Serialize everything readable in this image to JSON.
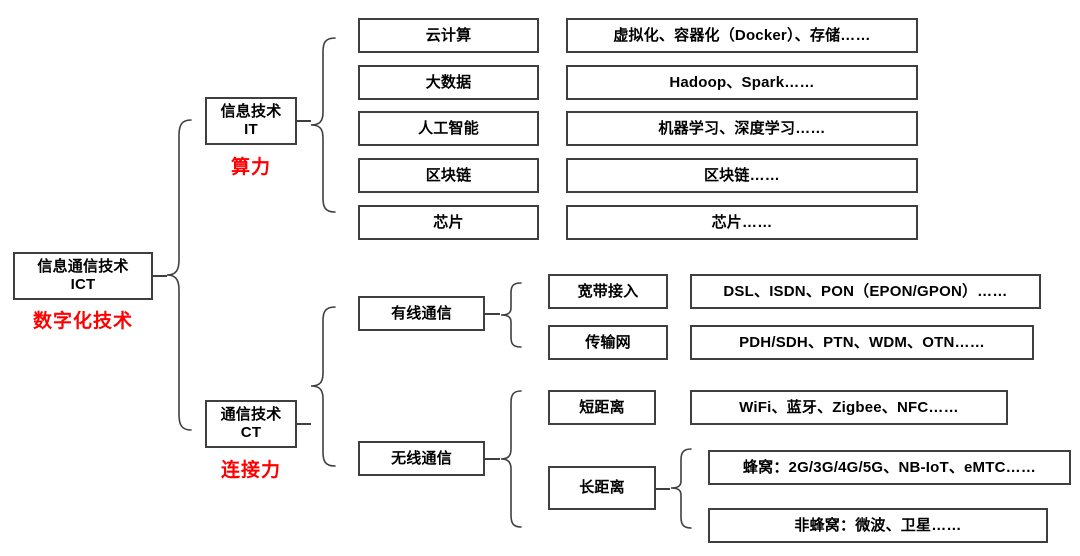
{
  "diagram": {
    "title_root": {
      "line1": "信息通信技术",
      "line2": "ICT",
      "red_caption": "数字化技术"
    },
    "branches": [
      {
        "id": "it",
        "line1": "信息技术",
        "line2": "IT",
        "red_caption": "算力",
        "children": [
          {
            "label": "云计算",
            "detail": "虚拟化、容器化（Docker）、存储……"
          },
          {
            "label": "大数据",
            "detail": "Hadoop、Spark……"
          },
          {
            "label": "人工智能",
            "detail": "机器学习、深度学习……"
          },
          {
            "label": "区块链",
            "detail": "区块链……"
          },
          {
            "label": "芯片",
            "detail": "芯片……"
          }
        ]
      },
      {
        "id": "ct",
        "line1": "通信技术",
        "line2": "CT",
        "red_caption": "连接力",
        "children": [
          {
            "label": "有线通信",
            "subchildren": [
              {
                "label": "宽带接入",
                "detail": "DSL、ISDN、PON（EPON/GPON）……"
              },
              {
                "label": "传输网",
                "detail": "PDH/SDH、PTN、WDM、OTN……"
              }
            ]
          },
          {
            "label": "无线通信",
            "subchildren": [
              {
                "label": "短距离",
                "detail": "WiFi、蓝牙、Zigbee、NFC……"
              },
              {
                "label": "长距离",
                "details": [
                  "蜂窝：2G/3G/4G/5G、NB-IoT、eMTC……",
                  "非蜂窝：微波、卫星……"
                ]
              }
            ]
          }
        ]
      }
    ],
    "colors": {
      "box_border": "#3f3f3f",
      "text": "#000000",
      "accent_red": "#FF0000",
      "background": "#FFFFFF"
    }
  }
}
